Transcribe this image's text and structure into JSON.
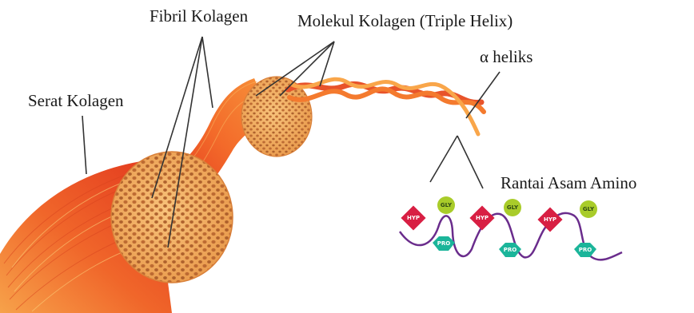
{
  "labels": {
    "fibril_kolagen": "Fibril Kolagen",
    "molekul_kolagen": "Molekul Kolagen (Triple Helix)",
    "alpha_heliks": "α heliks",
    "serat_kolagen": "Serat Kolagen",
    "rantai_asam_amino": "Rantai Asam Amino"
  },
  "residues": {
    "hyp": "HYP",
    "gly": "GLY",
    "pro": "PRO"
  },
  "colors": {
    "fiber_orange": "#f0662a",
    "fiber_red": "#e2361e",
    "fiber_light": "#f9a04a",
    "cross_section": "#f4b56a",
    "dots": "#b96a32",
    "hyp": "#d81f43",
    "gly": "#a9cc2a",
    "pro": "#1bb59a",
    "chain": "#6a2c8c",
    "pointer_line": "#333333"
  }
}
